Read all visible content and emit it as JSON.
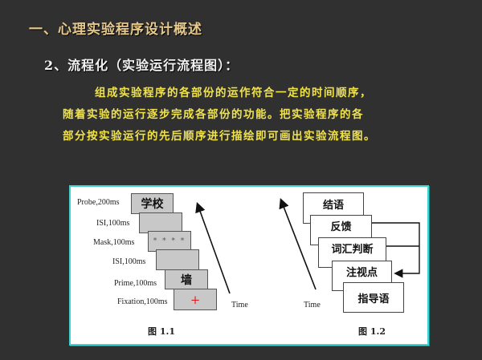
{
  "slide": {
    "heading1": "一、心理实验程序设计概述",
    "heading2": "2、流程化（实验运行流程图）：",
    "paragraph_lines": [
      "组成实验程序的各部份的运作符合一定的时间顺序，",
      "随着实验的运行逐步完成各部份的功能。把实验程序的各",
      "部分按实验运行的先后顺序进行描绘即可画出实验流程图。"
    ],
    "colors": {
      "background": "#303030",
      "heading1": "#e6c98a",
      "heading2": "#f2f2f2",
      "paragraph": "#f0e24a",
      "frame_border": "#3fd4cf"
    }
  },
  "figure1": {
    "caption": "图 1.1",
    "time_label": "Time",
    "steps": [
      {
        "label": "Probe,200ms",
        "content": "学校"
      },
      {
        "label": "ISI,100ms",
        "content": ""
      },
      {
        "label": "Mask,100ms",
        "content": "* * * *"
      },
      {
        "label": "ISI,100ms",
        "content": ""
      },
      {
        "label": "Prime,100ms",
        "content": "墙"
      },
      {
        "label": "Fixation,100ms",
        "content": "+"
      }
    ]
  },
  "figure2": {
    "caption": "图 1.2",
    "time_label": "Time",
    "steps": [
      {
        "content": "结语"
      },
      {
        "content": "反馈"
      },
      {
        "content": "词汇判断"
      },
      {
        "content": "注视点"
      },
      {
        "content": "指导语"
      }
    ]
  }
}
